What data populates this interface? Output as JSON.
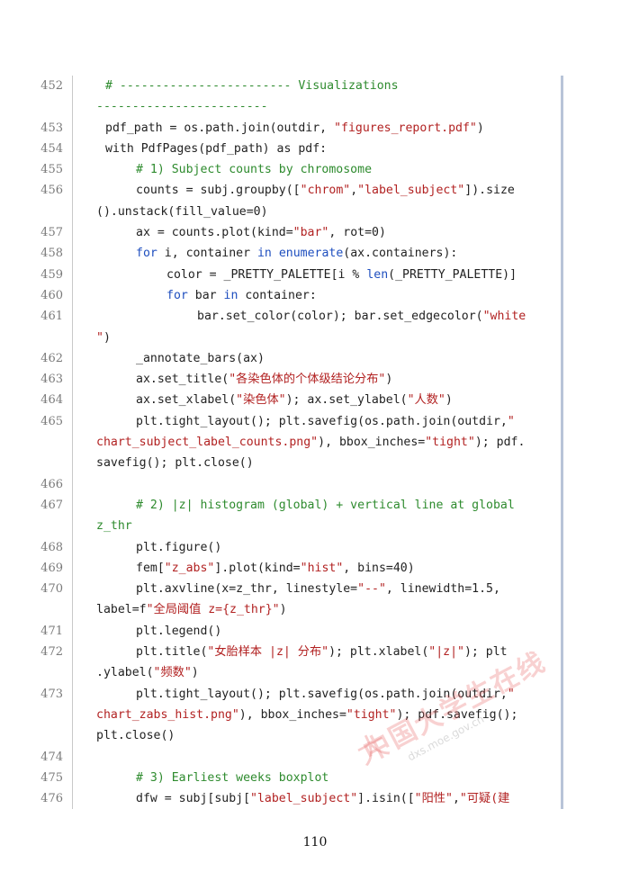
{
  "page": {
    "number": "110"
  },
  "watermark": {
    "main": "中国大学生在线",
    "url": "dxs.moe.gov.cn"
  },
  "code_lines": [
    {
      "n": "452",
      "parts": [
        [
          "cm",
          "# ------------------------ Visualizations"
        ]
      ],
      "cont": [
        [
          [
            "cm",
            "------------------------"
          ]
        ]
      ],
      "indent": 0
    },
    {
      "n": "453",
      "parts": [
        [
          "",
          "pdf_path = os.path.join(outdir, "
        ],
        [
          "st",
          "\"figures_report.pdf\""
        ],
        [
          "",
          ")"
        ]
      ],
      "indent": 0
    },
    {
      "n": "454",
      "parts": [
        [
          "",
          "with PdfPages(pdf_path) as pdf:"
        ]
      ],
      "indent": 0
    },
    {
      "n": "455",
      "parts": [
        [
          "cm",
          "# 1) Subject counts by chromosome"
        ]
      ],
      "indent": 1
    },
    {
      "n": "456",
      "parts": [
        [
          "",
          "counts = subj.groupby(["
        ],
        [
          "st",
          "\"chrom\""
        ],
        [
          "",
          ","
        ],
        [
          "st",
          "\"label_subject\""
        ],
        [
          "",
          "]).size"
        ]
      ],
      "cont": [
        [
          [
            "",
            "().unstack(fill_value=0)"
          ]
        ]
      ],
      "indent": 1
    },
    {
      "n": "457",
      "parts": [
        [
          "",
          "ax = counts.plot(kind="
        ],
        [
          "st",
          "\"bar\""
        ],
        [
          "",
          ", rot=0)"
        ]
      ],
      "indent": 1
    },
    {
      "n": "458",
      "parts": [
        [
          "kw",
          "for"
        ],
        [
          "",
          " i, container "
        ],
        [
          "kw",
          "in"
        ],
        [
          "",
          " "
        ],
        [
          "kw",
          "enumerate"
        ],
        [
          "",
          "(ax.containers):"
        ]
      ],
      "indent": 1
    },
    {
      "n": "459",
      "parts": [
        [
          "",
          "color = _PRETTY_PALETTE[i % "
        ],
        [
          "kw",
          "len"
        ],
        [
          "",
          "(_PRETTY_PALETTE)]"
        ]
      ],
      "indent": 2
    },
    {
      "n": "460",
      "parts": [
        [
          "kw",
          "for"
        ],
        [
          "",
          " bar "
        ],
        [
          "kw",
          "in"
        ],
        [
          "",
          " container:"
        ]
      ],
      "indent": 2
    },
    {
      "n": "461",
      "parts": [
        [
          "",
          "bar.set_color(color); bar.set_edgecolor("
        ],
        [
          "st",
          "\"white"
        ]
      ],
      "cont": [
        [
          [
            "st",
            "\""
          ],
          [
            "",
            ")"
          ]
        ]
      ],
      "indent": 3
    },
    {
      "n": "462",
      "parts": [
        [
          "",
          "_annotate_bars(ax)"
        ]
      ],
      "indent": 1
    },
    {
      "n": "463",
      "parts": [
        [
          "",
          "ax.set_title("
        ],
        [
          "st",
          "\"各染色体的个体级结论分布\""
        ],
        [
          "",
          ")"
        ]
      ],
      "indent": 1
    },
    {
      "n": "464",
      "parts": [
        [
          "",
          "ax.set_xlabel("
        ],
        [
          "st",
          "\"染色体\""
        ],
        [
          "",
          "); ax.set_ylabel("
        ],
        [
          "st",
          "\"人数\""
        ],
        [
          "",
          ")"
        ]
      ],
      "indent": 1
    },
    {
      "n": "465",
      "parts": [
        [
          "",
          "plt.tight_layout(); plt.savefig(os.path.join(outdir,"
        ],
        [
          "st",
          "\""
        ]
      ],
      "cont": [
        [
          [
            "st",
            "chart_subject_label_counts.png\""
          ],
          [
            "",
            "), bbox_inches="
          ],
          [
            "st",
            "\"tight\""
          ],
          [
            "",
            "); pdf."
          ]
        ],
        [
          [
            "",
            "savefig(); plt.close()"
          ]
        ]
      ],
      "indent": 1
    },
    {
      "n": "466",
      "parts": [
        [
          "",
          ""
        ]
      ],
      "indent": 0
    },
    {
      "n": "467",
      "parts": [
        [
          "cm",
          "# 2) |z| histogram (global) + vertical line at global"
        ]
      ],
      "cont": [
        [
          [
            "cm",
            "z_thr"
          ]
        ]
      ],
      "indent": 1
    },
    {
      "n": "468",
      "parts": [
        [
          "",
          "plt.figure()"
        ]
      ],
      "indent": 1
    },
    {
      "n": "469",
      "parts": [
        [
          "",
          "fem["
        ],
        [
          "st",
          "\"z_abs\""
        ],
        [
          "",
          "].plot(kind="
        ],
        [
          "st",
          "\"hist\""
        ],
        [
          "",
          ", bins=40)"
        ]
      ],
      "indent": 1
    },
    {
      "n": "470",
      "parts": [
        [
          "",
          "plt.axvline(x=z_thr, linestyle="
        ],
        [
          "st",
          "\"--\""
        ],
        [
          "",
          ", linewidth=1.5,"
        ]
      ],
      "cont": [
        [
          [
            "",
            "label=f"
          ],
          [
            "st",
            "\"全局阈值 z={z_thr}\""
          ],
          [
            "",
            ")"
          ]
        ]
      ],
      "indent": 1
    },
    {
      "n": "471",
      "parts": [
        [
          "",
          "plt.legend()"
        ]
      ],
      "indent": 1
    },
    {
      "n": "472",
      "parts": [
        [
          "",
          "plt.title("
        ],
        [
          "st",
          "\"女胎样本 |z| 分布\""
        ],
        [
          "",
          "); plt.xlabel("
        ],
        [
          "st",
          "\"|z|\""
        ],
        [
          "",
          "); plt"
        ]
      ],
      "cont": [
        [
          [
            "",
            ".ylabel("
          ],
          [
            "st",
            "\"频数\""
          ],
          [
            "",
            ")"
          ]
        ]
      ],
      "indent": 1
    },
    {
      "n": "473",
      "parts": [
        [
          "",
          "plt.tight_layout(); plt.savefig(os.path.join(outdir,"
        ],
        [
          "st",
          "\""
        ]
      ],
      "cont": [
        [
          [
            "st",
            "chart_zabs_hist.png\""
          ],
          [
            "",
            "), bbox_inches="
          ],
          [
            "st",
            "\"tight\""
          ],
          [
            "",
            "); pdf.savefig();"
          ]
        ],
        [
          [
            "",
            "plt.close()"
          ]
        ]
      ],
      "indent": 1
    },
    {
      "n": "474",
      "parts": [
        [
          "",
          ""
        ]
      ],
      "indent": 0
    },
    {
      "n": "475",
      "parts": [
        [
          "cm",
          "# 3) Earliest weeks boxplot"
        ]
      ],
      "indent": 1
    },
    {
      "n": "476",
      "parts": [
        [
          "",
          "dfw = subj[subj["
        ],
        [
          "st",
          "\"label_subject\""
        ],
        [
          "",
          "].isin(["
        ],
        [
          "st",
          "\"阳性\""
        ],
        [
          "",
          ","
        ],
        [
          "st",
          "\"可疑(建"
        ]
      ],
      "indent": 1
    }
  ]
}
